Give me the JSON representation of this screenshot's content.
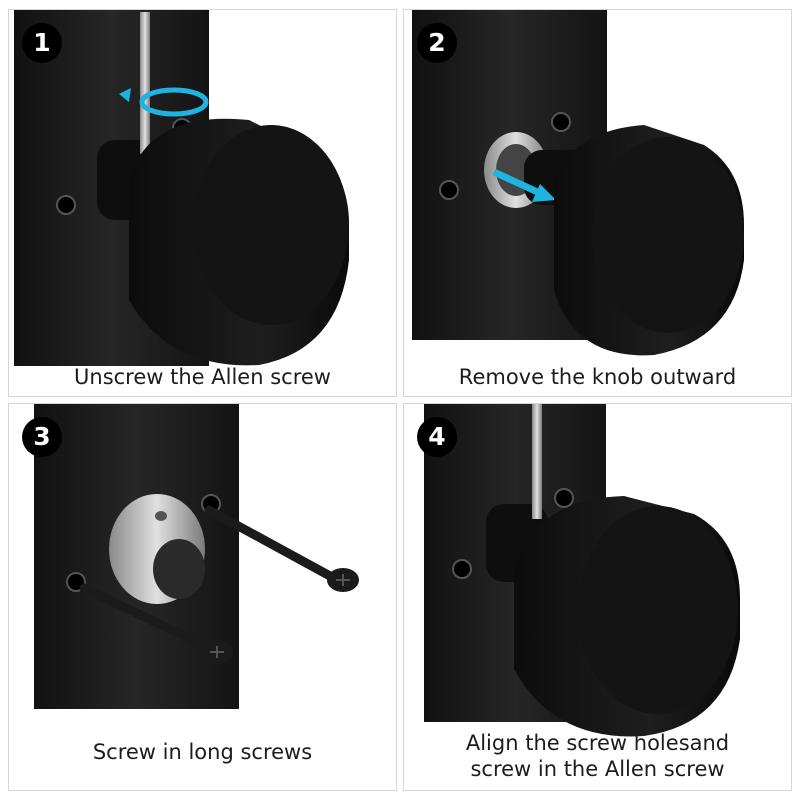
{
  "steps": [
    {
      "number": "1",
      "caption": "Unscrew the Allen screw"
    },
    {
      "number": "2",
      "caption": "Remove the knob outward"
    },
    {
      "number": "3",
      "caption": "Screw in long screws"
    },
    {
      "number": "4",
      "caption": "Align the screw holesand\nscrew in the Allen screw"
    }
  ],
  "colors": {
    "plate": "#1a1a1a",
    "knob": "#121212",
    "accent": "#1fb3e0",
    "metal": "#b8b8b8"
  }
}
